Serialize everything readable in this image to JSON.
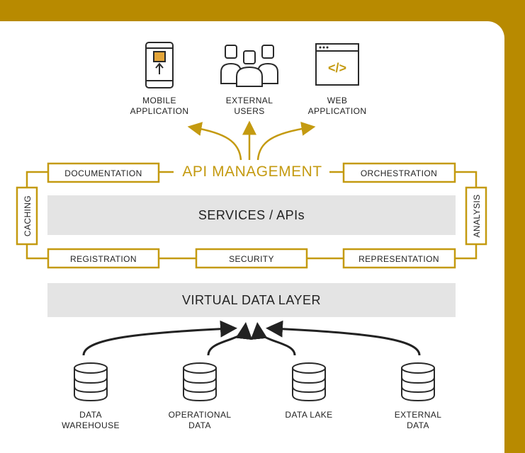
{
  "consumers": {
    "mobile": [
      "MOBILE",
      "APPLICATION"
    ],
    "users": [
      "EXTERNAL",
      "USERS"
    ],
    "web": [
      "WEB",
      "APPLICATION"
    ],
    "web_icon_code": "</>"
  },
  "management": {
    "title": "API MANAGEMENT",
    "documentation": "DOCUMENTATION",
    "orchestration": "ORCHESTRATION",
    "caching": "CACHING",
    "analysis": "ANALYSIS",
    "registration": "REGISTRATION",
    "security": "SECURITY",
    "representation": "REPRESENTATION"
  },
  "services": "SERVICES / APIs",
  "virtual_layer": "VIRTUAL DATA LAYER",
  "sources": {
    "warehouse": [
      "DATA",
      "WAREHOUSE"
    ],
    "operational": [
      "OPERATIONAL",
      "DATA"
    ],
    "lake": [
      "DATA LAKE"
    ],
    "external": [
      "EXTERNAL",
      "DATA"
    ]
  },
  "colors": {
    "accent": "#c49a10",
    "frame": "#b88a00",
    "band": "#e4e4e4",
    "ink": "#222222"
  }
}
